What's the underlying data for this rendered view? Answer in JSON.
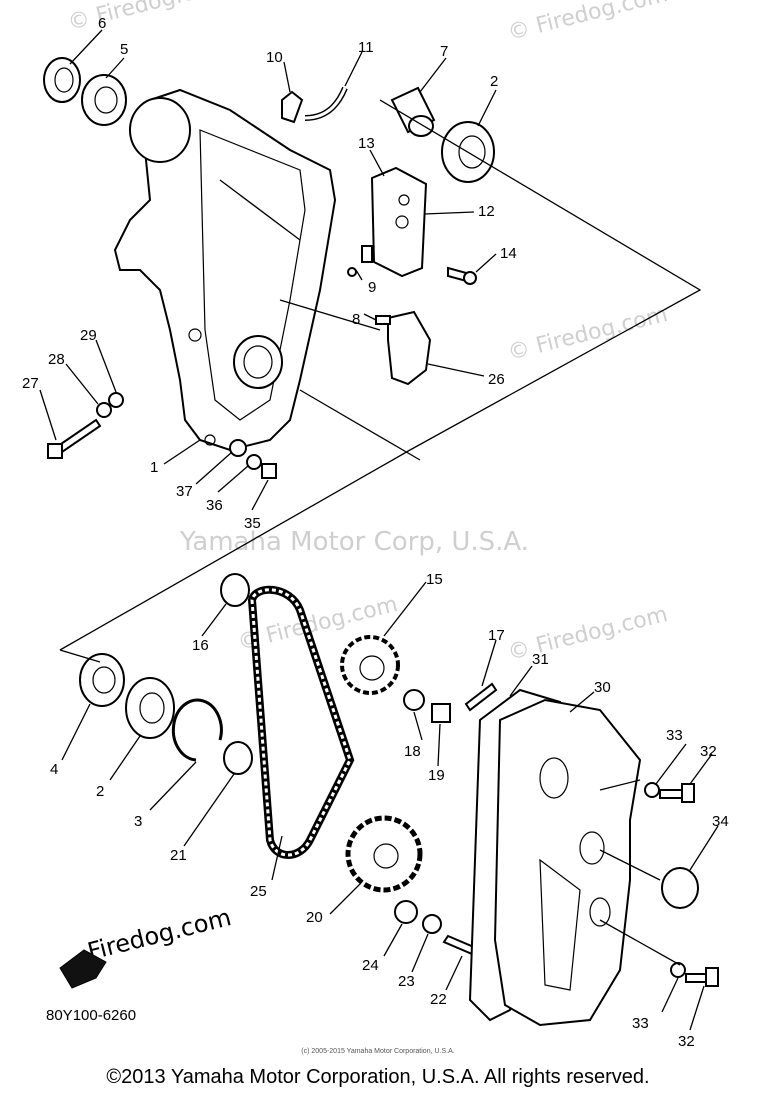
{
  "watermarks": {
    "site": "© Firedog.com",
    "site_plain": "Firedog.com",
    "corp": "Yamaha Motor Corp, U.S.A."
  },
  "diagram_code": "80Y100-6260",
  "fine_copyright": "(c) 2005-2015 Yamaha Motor Corporation, U.S.A.",
  "copyright": "©2013 Yamaha Motor Corporation, U.S.A. All rights reserved.",
  "callouts": [
    "1",
    "2",
    "3",
    "4",
    "5",
    "6",
    "7",
    "8",
    "9",
    "10",
    "11",
    "12",
    "13",
    "14",
    "15",
    "16",
    "17",
    "18",
    "19",
    "20",
    "21",
    "22",
    "23",
    "24",
    "25",
    "26",
    "27",
    "28",
    "29",
    "30",
    "31",
    "32",
    "33",
    "34",
    "35",
    "36",
    "37"
  ],
  "colors": {
    "ink": "#000000",
    "watermark": "#cfcfcf",
    "paper": "#ffffff"
  }
}
